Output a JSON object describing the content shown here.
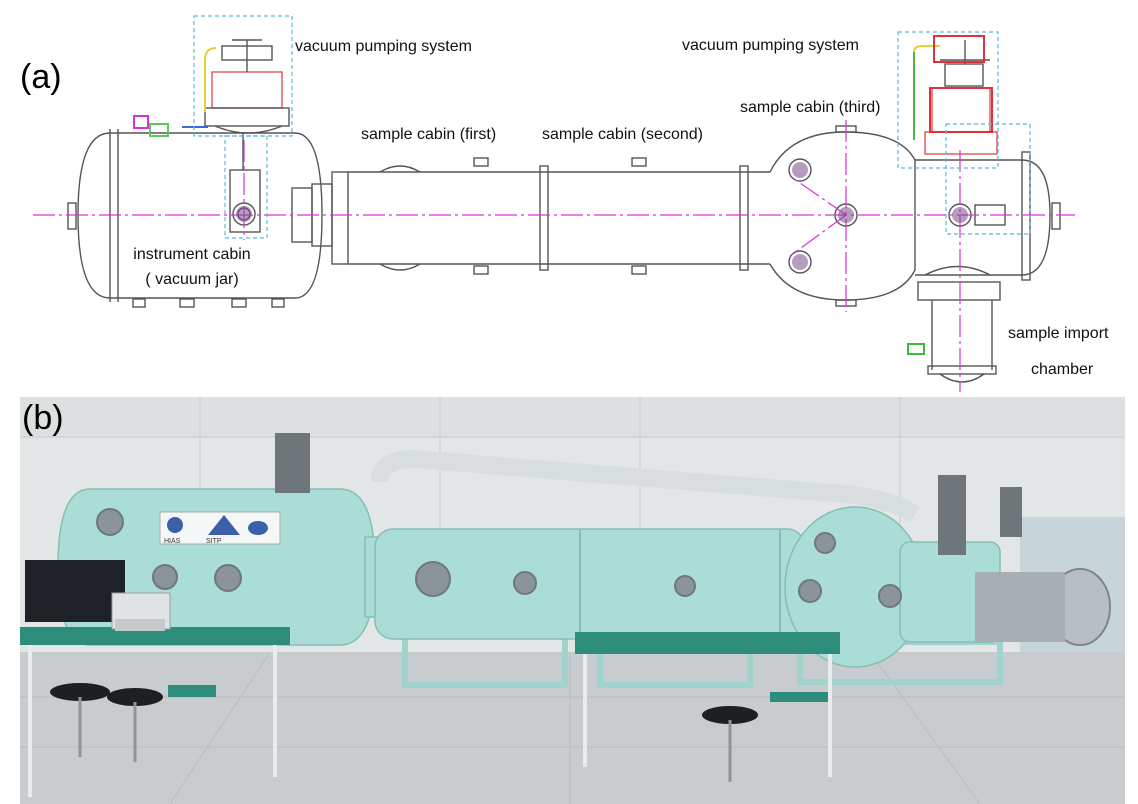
{
  "panel_a": {
    "letter": "(a)",
    "labels": {
      "pump_left": "vacuum pumping system",
      "pump_right": "vacuum pumping system",
      "cabin_first": "sample cabin (first)",
      "cabin_second": "sample cabin (second)",
      "cabin_third": "sample cabin (third)",
      "instrument_line1": "instrument cabin",
      "instrument_line2": "( vacuum jar)",
      "import_line1": "sample import",
      "import_line2": "chamber"
    }
  },
  "panel_b": {
    "letter": "(b)",
    "logo_texts": [
      "HIAS",
      "SITP"
    ]
  },
  "colors": {
    "outline": "#555555",
    "axis": "#d633d6",
    "pump_box": "#5bb8d8",
    "pump_red": "#e0303a",
    "tank": "#a9ddd6",
    "floor": "#c9ccce",
    "wall": "#e6e8e8"
  }
}
